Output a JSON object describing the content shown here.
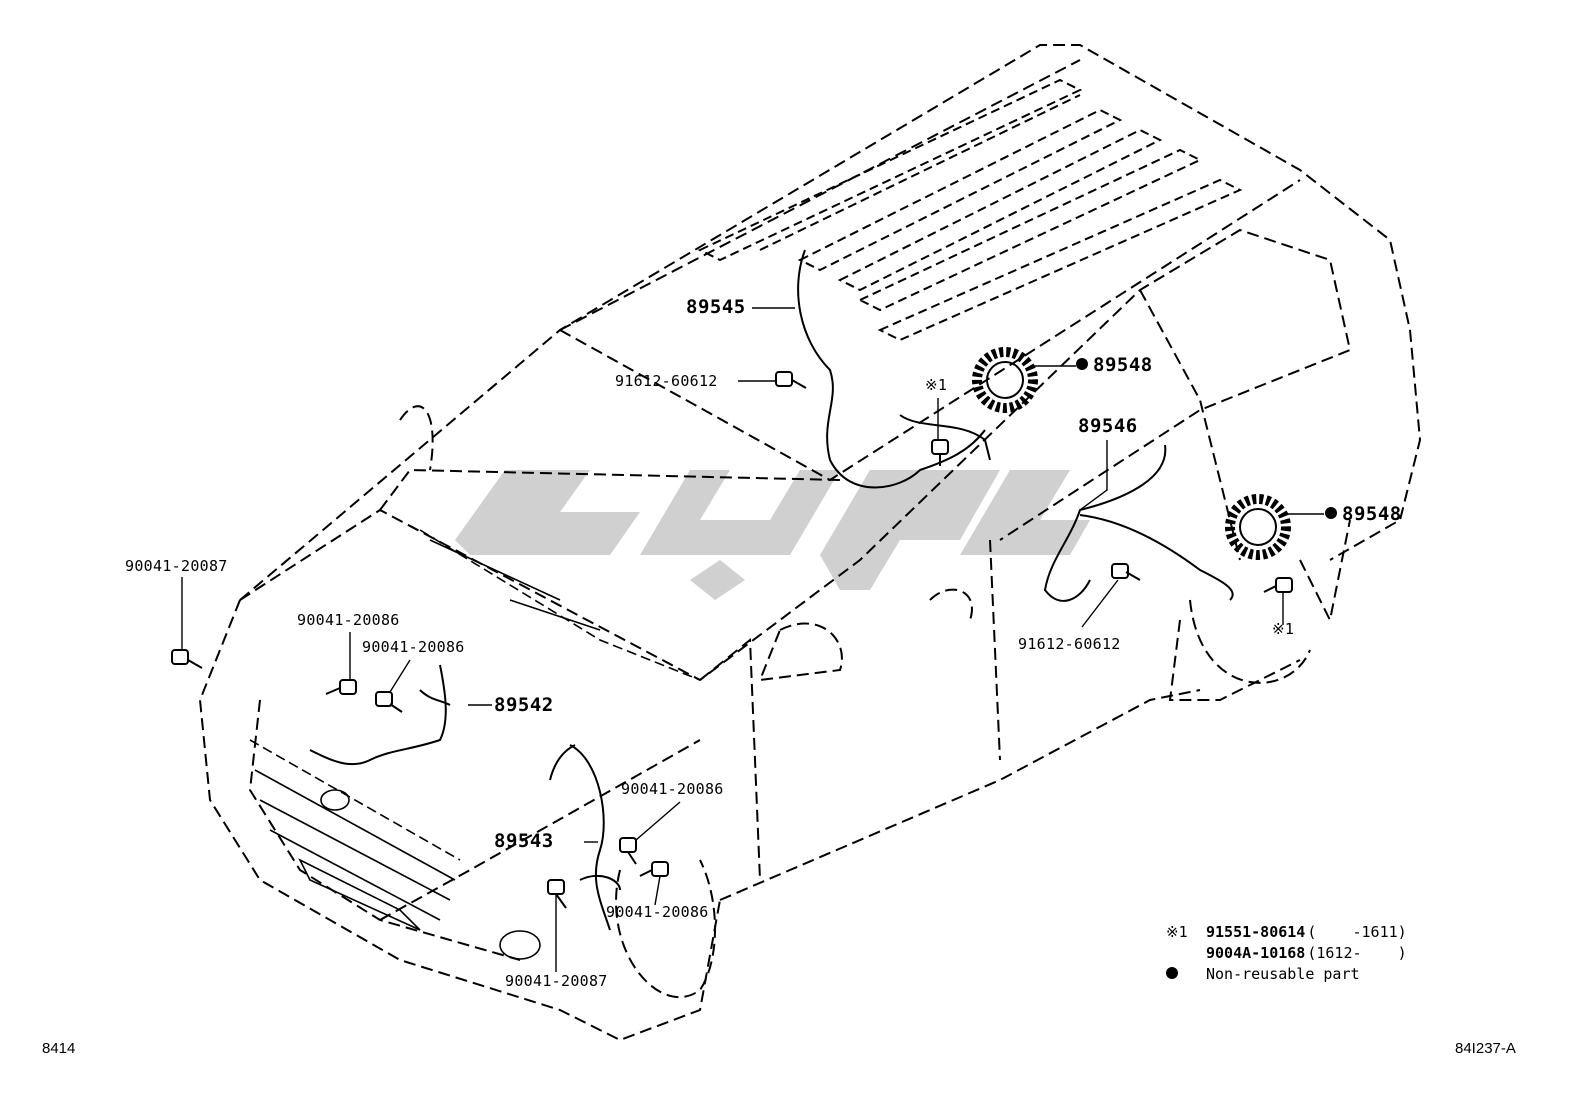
{
  "labels": {
    "l89545": "89545",
    "l91612_a": "91612-60612",
    "mark1_top": "※1",
    "l89548_a": "89548",
    "l89546": "89546",
    "l89548_b": "89548",
    "l91612_b": "91612-60612",
    "mark1_right": "※1",
    "l90041_20087_a": "90041-20087",
    "l90041_20086_a": "90041-20086",
    "l90041_20086_b": "90041-20086",
    "l89542": "89542",
    "l90041_20086_c": "90041-20086",
    "l89543": "89543",
    "l90041_20086_d": "90041-20086",
    "l90041_20087_b": "90041-20087"
  },
  "notes": {
    "row1_mark": "※1",
    "row1_part": "91551-80614",
    "row1_range": "(    -1611)",
    "row2_part": "9004A-10168",
    "row2_range": "(1612-    )",
    "row3_text": "Non-reusable part"
  },
  "footer": {
    "left_code": "8414",
    "right_code": "84I237-A"
  },
  "colors": {
    "ink": "#000000",
    "watermark": "#c8c8c8"
  }
}
